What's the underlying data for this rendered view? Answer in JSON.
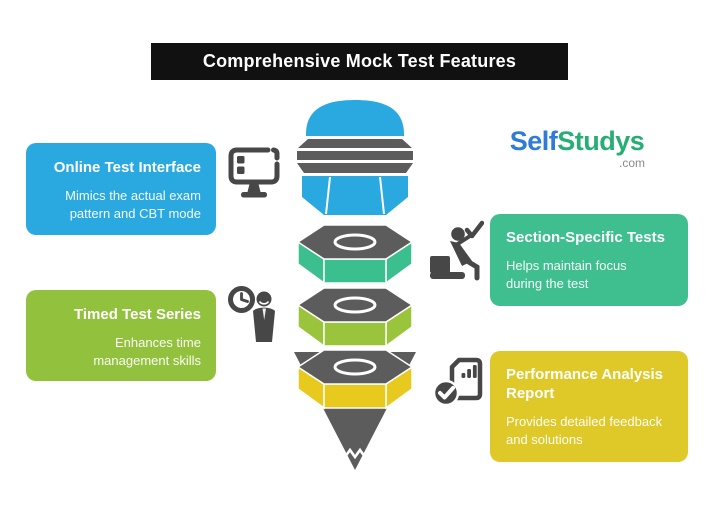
{
  "title": "Comprehensive Mock Test Features",
  "logo": {
    "part1": "Self",
    "part2": "Studys",
    "suffix": ".com"
  },
  "cards": {
    "online_test": {
      "title": "Online Test Interface",
      "desc": "Mimics the actual exam\npattern and CBT mode",
      "color": "#29A9E0",
      "icon": "monitor-test-interface-icon"
    },
    "timed_test": {
      "title": "Timed Test Series",
      "desc": "Enhances time\nmanagement skills",
      "color": "#92C13D",
      "icon": "clock-person-icon"
    },
    "section_tests": {
      "title": "Section-Specific Tests",
      "desc": "Helps maintain focus\nduring the test",
      "color": "#3FBF8F",
      "icon": "seated-person-check-icon"
    },
    "performance": {
      "title": "Performance Analysis\nReport",
      "desc": "Provides detailed feedback\nand solutions",
      "color": "#DEC929",
      "icon": "report-checkmark-icon"
    }
  },
  "pencil": {
    "segment_colors": {
      "eraser_and_barrel": "#29A9E0",
      "ferrule": "#5C5C5C",
      "segment_green": "#3CBF8E",
      "segment_lime": "#9BC43D",
      "segment_yellow": "#E8CA1F",
      "tip": "#5C5C5C"
    }
  },
  "icon_color": "#474747",
  "title_bar_bg": "#111111"
}
